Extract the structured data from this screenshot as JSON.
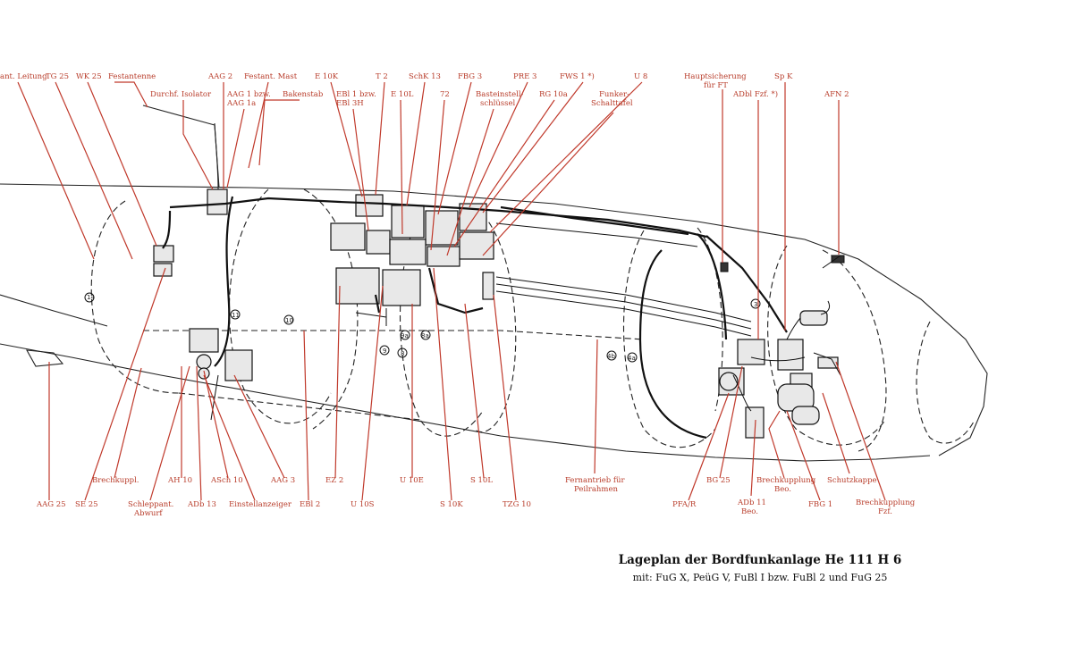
{
  "caption": {
    "title": "Lageplan der Bordfunkanlage He 111 H 6",
    "subtitle": "mit: FuG X, PeüG V, FuBl I bzw. FuBl 2 und FuG 25"
  },
  "top_labels": [
    {
      "id": "ant-leitung",
      "lines": [
        "ant. Leitung"
      ]
    },
    {
      "id": "tg25",
      "lines": [
        "TG 25"
      ]
    },
    {
      "id": "wk25",
      "lines": [
        "WK 25"
      ]
    },
    {
      "id": "festantenne",
      "lines": [
        "Festantenne"
      ]
    },
    {
      "id": "aag2",
      "lines": [
        "AAG 2"
      ]
    },
    {
      "id": "festant-mast",
      "lines": [
        "Festant. Mast"
      ]
    },
    {
      "id": "e10k",
      "lines": [
        "E 10K"
      ]
    },
    {
      "id": "t2",
      "lines": [
        "T 2"
      ]
    },
    {
      "id": "schk13",
      "lines": [
        "SchK 13"
      ]
    },
    {
      "id": "fbg3",
      "lines": [
        "FBG 3"
      ]
    },
    {
      "id": "pre3",
      "lines": [
        "PRE 3"
      ]
    },
    {
      "id": "fws1",
      "lines": [
        "FWS 1 *)"
      ]
    },
    {
      "id": "u8",
      "lines": [
        "U 8"
      ]
    },
    {
      "id": "hauptsicherung",
      "lines": [
        "Hauptsicherung",
        "für FT"
      ]
    },
    {
      "id": "spk",
      "lines": [
        "Sp K"
      ]
    },
    {
      "id": "afn2",
      "lines": [
        "AFN 2"
      ]
    },
    {
      "id": "durchf-isolator",
      "lines": [
        "Durchf. Isolator"
      ]
    },
    {
      "id": "aag1",
      "lines": [
        "AAG 1 bzw.",
        "AAG 1a"
      ]
    },
    {
      "id": "bakenstab",
      "lines": [
        "Bakenstab"
      ]
    },
    {
      "id": "ebl1",
      "lines": [
        "EBl 1 bzw.",
        "EBl 3H"
      ]
    },
    {
      "id": "e10l",
      "lines": [
        "E 10L"
      ]
    },
    {
      "id": "t2b",
      "lines": [
        "72"
      ]
    },
    {
      "id": "basteinstell",
      "lines": [
        "Basteinstell-",
        "schlüssel"
      ]
    },
    {
      "id": "rg10a",
      "lines": [
        "RG 10a"
      ]
    },
    {
      "id": "funker-schalttafel",
      "lines": [
        "Funker-",
        "Schalttafel"
      ]
    },
    {
      "id": "adbl-fzf",
      "lines": [
        "ADbl  Fzf. *)"
      ]
    }
  ],
  "bottom_labels": [
    {
      "id": "aag25",
      "lines": [
        "AAG 25"
      ]
    },
    {
      "id": "se25",
      "lines": [
        "SE 25"
      ]
    },
    {
      "id": "brechkuppl",
      "lines": [
        "Brechkuppl."
      ]
    },
    {
      "id": "schleppant",
      "lines": [
        "Schleppant.",
        "Abwurf"
      ]
    },
    {
      "id": "ah10",
      "lines": [
        "AH 10"
      ]
    },
    {
      "id": "adb13",
      "lines": [
        "ADb 13"
      ]
    },
    {
      "id": "asch10",
      "lines": [
        "ASch 10"
      ]
    },
    {
      "id": "einstellanzeiger",
      "lines": [
        "Einstellanzeiger"
      ]
    },
    {
      "id": "aag3",
      "lines": [
        "AAG 3"
      ]
    },
    {
      "id": "ebl2",
      "lines": [
        "EBl 2"
      ]
    },
    {
      "id": "ez2",
      "lines": [
        "EZ 2"
      ]
    },
    {
      "id": "u10s",
      "lines": [
        "U 10S"
      ]
    },
    {
      "id": "u10e",
      "lines": [
        "U 10E"
      ]
    },
    {
      "id": "s10k",
      "lines": [
        "S 10K"
      ]
    },
    {
      "id": "s10l",
      "lines": [
        "S 10L"
      ]
    },
    {
      "id": "tzg10",
      "lines": [
        "TZG 10"
      ]
    },
    {
      "id": "fernantrieb",
      "lines": [
        "Fernantrieb für",
        "Peilrahmen"
      ]
    },
    {
      "id": "pfa-r",
      "lines": [
        "PFA/R"
      ]
    },
    {
      "id": "bg25",
      "lines": [
        "BG 25"
      ]
    },
    {
      "id": "adb11",
      "lines": [
        "ADb 11",
        "Beo."
      ]
    },
    {
      "id": "brechkupplung-beo",
      "lines": [
        "Brechkupplung",
        "Beo."
      ]
    },
    {
      "id": "fbg1",
      "lines": [
        "FBG 1"
      ]
    },
    {
      "id": "schutzkappe",
      "lines": [
        "Schutzkappe"
      ]
    },
    {
      "id": "brechkupplung-fzf",
      "lines": [
        "Brechkupplung",
        "Fzf."
      ]
    }
  ],
  "frame_numbers": [
    "14",
    "11",
    "10",
    "9a",
    "9",
    "8a",
    "8",
    "4b",
    "4a",
    "3"
  ],
  "colors": {
    "label": "#b83c2a",
    "leader": "#c0392b",
    "drawing": "#222222"
  }
}
